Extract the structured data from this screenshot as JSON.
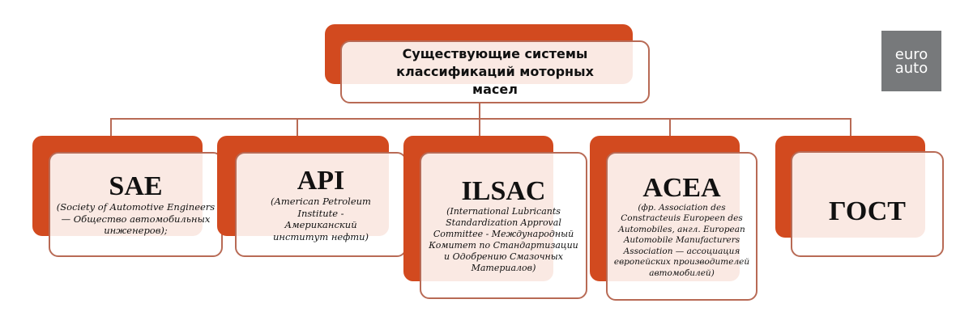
{
  "header": {
    "title": "Существующие системы классификаций моторных масел"
  },
  "logo": {
    "line1": "euro",
    "line2": "auto"
  },
  "colors": {
    "accent": "#d24a1f",
    "border": "#b86a55",
    "logo_bg": "#77797b"
  },
  "systems": [
    {
      "abbr": "SAE",
      "desc": "(Society of Automotive Engineers — Общество автомобильных инженеров);"
    },
    {
      "abbr": "API",
      "desc": "(American Petroleum Institute  - Американский институт нефти)"
    },
    {
      "abbr": "ILSAC",
      "desc": "(International Lubricants Standardization Approval Committee - Международный Комитет по Стандартизации и Одобрению Смазочных Материалов)"
    },
    {
      "abbr": "ACEA",
      "desc": "(фр. Association des Constracteuis Europeen des Automobiles, англ. European Automobile Manufacturers Association — ассоциация европейских производителей автомобилей)"
    },
    {
      "abbr": "ГОСТ",
      "desc": ""
    }
  ]
}
